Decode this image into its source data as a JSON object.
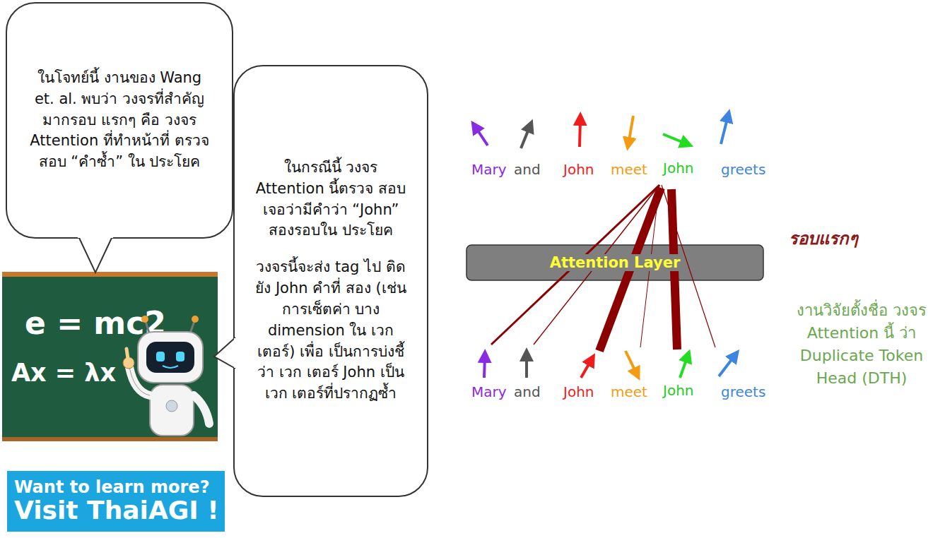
{
  "diagram": {
    "nodes": [
      {
        "text": [
          "ในโจทย์นี้ งานของ Wang et. al. พบว่า วงจรที่สำคัญมากรอบ แรกๆ คือ วงจร Attention ที่ทำหน้าที่ ตรวจสอบ “คำซ้ำ” ใน ประโยค"
        ]
      },
      {
        "text": [
          "ในกรณีนี้ วงจร Attention นี้ตรวจ สอบเจอว่ามีคำว่า “John” สองรอบใน ประโยค",
          "วงจรนี้จะส่ง tag ไป ติดยัง John คำที่ สอง (เช่นการเซ็ตค่า บาง dimension ใน เวกเตอร์) เพื่อ เป็นการบ่งชี้ว่า เวก เตอร์ John เป็นเวก เตอร์ที่ปรากฏซ้ำ"
        ]
      },
      {
        "text": [
          "e = mc2",
          "Ax = λx"
        ]
      },
      {
        "text": [
          "Want to learn more?",
          "Visit ThaiAGI !"
        ]
      },
      {
        "text": [
          "Attention Layer"
        ]
      }
    ],
    "labels": [
      "Mary",
      "and",
      "John",
      "meet",
      "John",
      "greets",
      "Mary",
      "and",
      "John",
      "meet",
      "John",
      "greets",
      "รอบแรกๆ",
      "งานวิจัยตั้งชื่อ วงจร Attention นี้ ว่า Duplicate Token Head (DTH)"
    ]
  }
}
